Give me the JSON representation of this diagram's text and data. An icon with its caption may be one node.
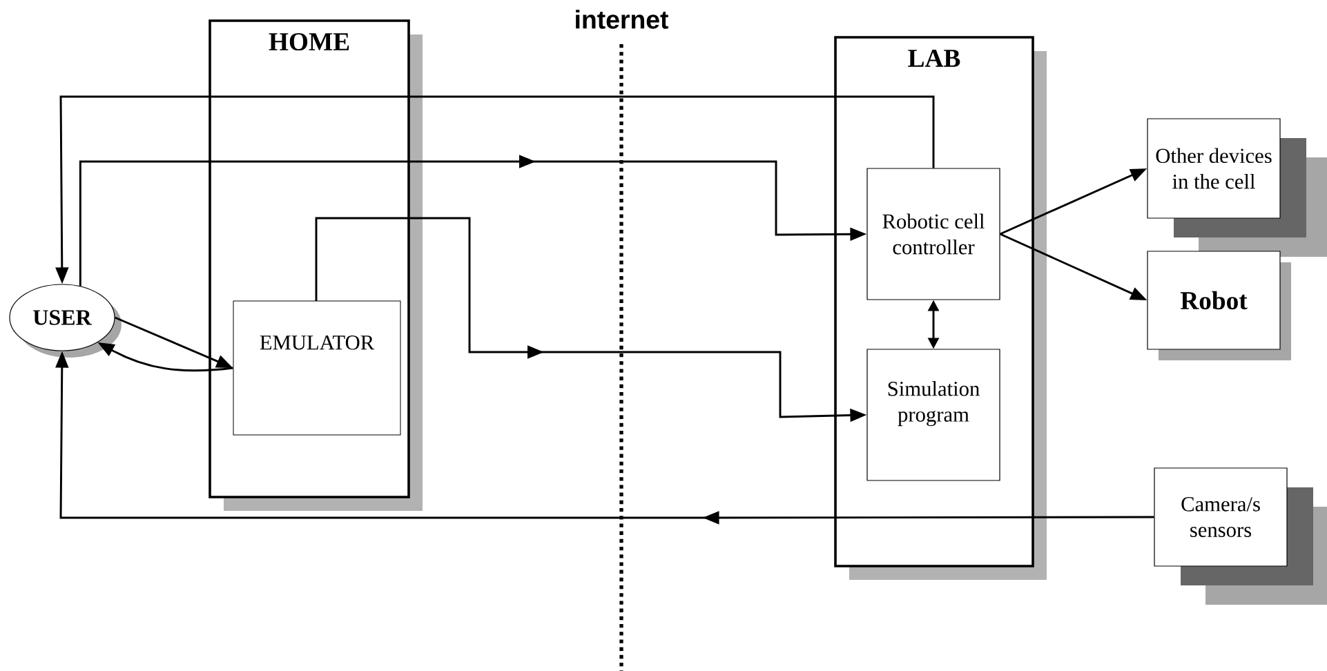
{
  "diagram": {
    "nodes": [
      {
        "text": [
          "HOME"
        ]
      },
      {
        "text": [
          "LAB"
        ]
      },
      {
        "text": [
          "USER"
        ]
      },
      {
        "text": [
          "EMULATOR"
        ],
        "in": 0
      },
      {
        "text": [
          "Robotic cell controller"
        ],
        "in": 1
      },
      {
        "text": [
          "Simulation program"
        ],
        "in": 1
      },
      {
        "text": [
          "Other devices in the cell"
        ]
      },
      {
        "text": [
          "Robot"
        ]
      },
      {
        "text": [
          "Camera/s sensors"
        ]
      }
    ],
    "edges": [
      {
        "from": 4,
        "to": 2,
        "arrow": "to"
      },
      {
        "from": 2,
        "to": 4,
        "arrow": "to"
      },
      {
        "from": 3,
        "to": 5,
        "arrow": "to"
      },
      {
        "from": 2,
        "to": 3,
        "arrow": "to"
      },
      {
        "from": 3,
        "to": 2,
        "arrow": "to"
      },
      {
        "from": 4,
        "to": 5,
        "arrow": "both"
      },
      {
        "from": 4,
        "to": 6,
        "arrow": "to"
      },
      {
        "from": 4,
        "to": 7,
        "arrow": "to"
      },
      {
        "from": 8,
        "to": 2,
        "arrow": "to"
      }
    ],
    "labels": [
      "internet"
    ]
  }
}
